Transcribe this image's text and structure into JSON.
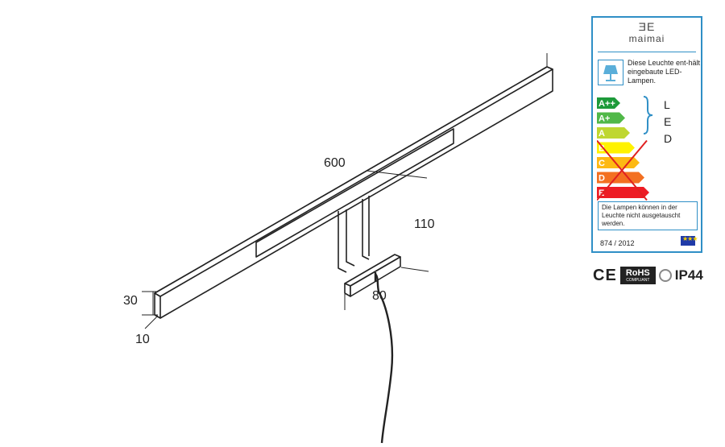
{
  "dimensions": {
    "length": "600",
    "depth": "110",
    "height": "30",
    "width": "10",
    "mount": "80"
  },
  "energy_label": {
    "brand_mark": "ƎE",
    "brand_name": "maimai",
    "lamp_icon": "lamp-icon",
    "lamp_text": "Diese Leuchte ent-hält eingebaute LED-Lampen.",
    "classes": [
      "A++",
      "A+",
      "A",
      "B",
      "C",
      "D",
      "E"
    ],
    "class_colors": [
      "#1d9a3a",
      "#50b848",
      "#bfd730",
      "#fff200",
      "#fdb913",
      "#f37021",
      "#ed1c24"
    ],
    "led_letters": [
      "L",
      "E",
      "D"
    ],
    "info_text": "Die Lampen können in der Leuchte nicht ausgetauscht werden.",
    "regulation": "874 / 2012",
    "flag_icon": "eu-flag-icon"
  },
  "certifications": {
    "ce": "CE",
    "rohs": "RoHS",
    "rohs_sub": "COMPLIANT",
    "globe_icon": "globe-icon",
    "ip": "IP44"
  }
}
